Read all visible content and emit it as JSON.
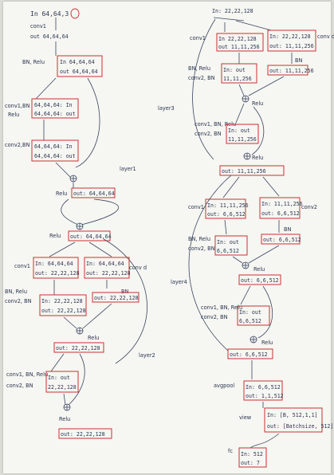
{
  "top": {
    "input": "In 64,64,3",
    "conv": "conv1",
    "output": "out 64,64,64",
    "bn_relu": "BN, Relu",
    "bn_in": "In 64,64,64",
    "bn_out": "out 64,64,64"
  },
  "layer1": {
    "label": "layer1",
    "conv1bn": "conv1,BN",
    "relu_a": "Relu",
    "box1_in": "64,64,64: In",
    "box1_out": "64,64,64: out",
    "conv2bn": "conv2,BN",
    "box2_in": "64,64,64: In",
    "box2_out": "64,64,64: out",
    "relu_b": "Relu",
    "out_b": "out: 64,64,64",
    "relu_c": "Relu",
    "out_c": "out: 64,64,64"
  },
  "layer2": {
    "label": "layer2",
    "conv1": "conv1",
    "b1_in": "In: 64,64,64",
    "b1_out": "out: 22,22,128",
    "b2_in": "In: 64,64,64",
    "b2_out": "out: 22,22,128",
    "conv_d": "conv d",
    "bnrelu": "BN, Relu",
    "conv2bn": "conv2, BN",
    "b3_in": "In: 22,22,128",
    "b3_out": "out: 22,22,128",
    "bn": "BN",
    "b4_out": "out: 22,22,128",
    "relu1": "Relu",
    "out1": "out: 22,22,128",
    "convbnrelu": "conv1, BN, Relu",
    "conv2bn_b": "conv2, BN",
    "b5_in": "In: out",
    "b5_out": "22,22,128",
    "relu2": "Relu",
    "out2": "out: 22,22,128"
  },
  "layer3": {
    "label": "layer3",
    "in": "In: 22,22,128",
    "conv1": "conv1",
    "b1_in": "In 22,22,128",
    "b1_out": "out 11,11,256",
    "b2_in": "In: 22,22,128",
    "b2_out": "out: 11,11,256",
    "conv_d": "conv d",
    "bnrelu": "BN, Relu",
    "conv2bn": "conv2, BN",
    "b3_in": "In: out",
    "b3_out": "11,11,256",
    "bn": "BN",
    "b4_out": "out: 11,11,256",
    "relu1": "Relu",
    "convbnrelu": "conv1, BN, Relu",
    "conv2bn_b": "conv2, BN",
    "b5_in": "In: out",
    "b5_out": "11,11,256",
    "relu2": "Relu",
    "out2": "out: 11,11,256"
  },
  "layer4": {
    "label": "layer4",
    "conv1": "conv1",
    "b1_in": "In: 11,11,256",
    "b1_out": "out: 6,6,512",
    "b2_in": "In: 11,11,256",
    "b2_out": "out: 6,6,512",
    "conv2": "conv2",
    "bnrelu": "BN, Relu",
    "conv2bn": "conv2, BN",
    "b3_in": "In: out",
    "b3_out": "6,6,512",
    "bn": "BN",
    "b4_out": "out: 6,6,512",
    "relu1": "Relu",
    "out1": "out: 6,6,512",
    "convbnrelu": "conv1, BN, Relu",
    "conv2bn_b": "conv2, BN",
    "b5_in": "In: out",
    "b5_out": "6,6,512",
    "relu2": "Relu",
    "out2": "out: 6,6,512"
  },
  "tail": {
    "avgpool": "avgpool",
    "ap_in": "In: 6,6,512",
    "ap_out": "out: 1,1,512",
    "view": "view",
    "view_in": "In: [B, 512,1,1]",
    "view_out": "out: [Batchsize, 512]",
    "fc": "fc",
    "fc_in": "In: 512",
    "fc_out": "out: 7"
  },
  "colors": {
    "ink": "#2a3550",
    "box": "#c83232",
    "paper": "#f6f6f2"
  }
}
